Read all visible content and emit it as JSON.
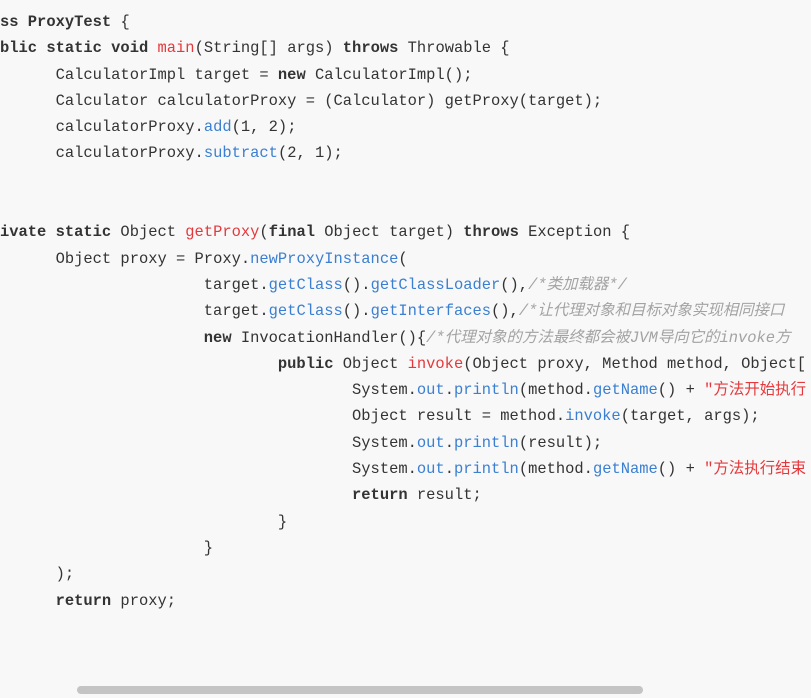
{
  "colors": {
    "background": "#f8f8f8",
    "text": "#333333",
    "keyword": "#333333",
    "declaration_name": "#e4393c",
    "member_call": "#3a7fd1",
    "string": "#e4393c",
    "comment": "#a3a3a3",
    "scrollbar_thumb": "#c4c4c4"
  },
  "code": {
    "lines": [
      [
        "ss",
        " ",
        "ProxyTest",
        " {"
      ],
      [
        "blic static void",
        " ",
        "main",
        "(String[] args) ",
        "throws",
        " Throwable {"
      ],
      [
        "CalculatorImpl target = ",
        "new",
        " CalculatorImpl();"
      ],
      [
        "Calculator calculatorProxy = (Calculator) getProxy(target);"
      ],
      [
        "calculatorProxy.",
        "add",
        "(1, 2);"
      ],
      [
        "calculatorProxy.",
        "subtract",
        "(2, 1);"
      ],
      [
        "ivate static",
        " Object ",
        "getProxy",
        "(",
        "final",
        " Object target) ",
        "throws",
        " Exception {"
      ],
      [
        "Object proxy = Proxy.",
        "newProxyInstance",
        "("
      ],
      [
        "target.",
        "getClass",
        "().",
        "getClassLoader",
        "(),",
        "/*类加载器*/"
      ],
      [
        "target.",
        "getClass",
        "().",
        "getInterfaces",
        "(),",
        "/*让代理对象和目标对象实现相同接口"
      ],
      [
        "new",
        " InvocationHandler(){",
        "/*代理对象的方法最终都会被JVM导向它的invoke方"
      ],
      [
        "public",
        " Object ",
        "invoke",
        "(Object proxy, Method method, Object["
      ],
      [
        "System.",
        "out",
        ".",
        "println",
        "(method.",
        "getName",
        "() + ",
        "\"方法开始执行"
      ],
      [
        "Object result = method.",
        "invoke",
        "(target, args);"
      ],
      [
        "System.",
        "out",
        ".",
        "println",
        "(result);"
      ],
      [
        "System.",
        "out",
        ".",
        "println",
        "(method.",
        "getName",
        "() + ",
        "\"方法执行结束"
      ],
      [
        "return",
        " result;"
      ],
      [
        "}"
      ],
      [
        "}"
      ],
      [
        ");"
      ],
      [
        "return",
        " proxy;"
      ]
    ]
  }
}
